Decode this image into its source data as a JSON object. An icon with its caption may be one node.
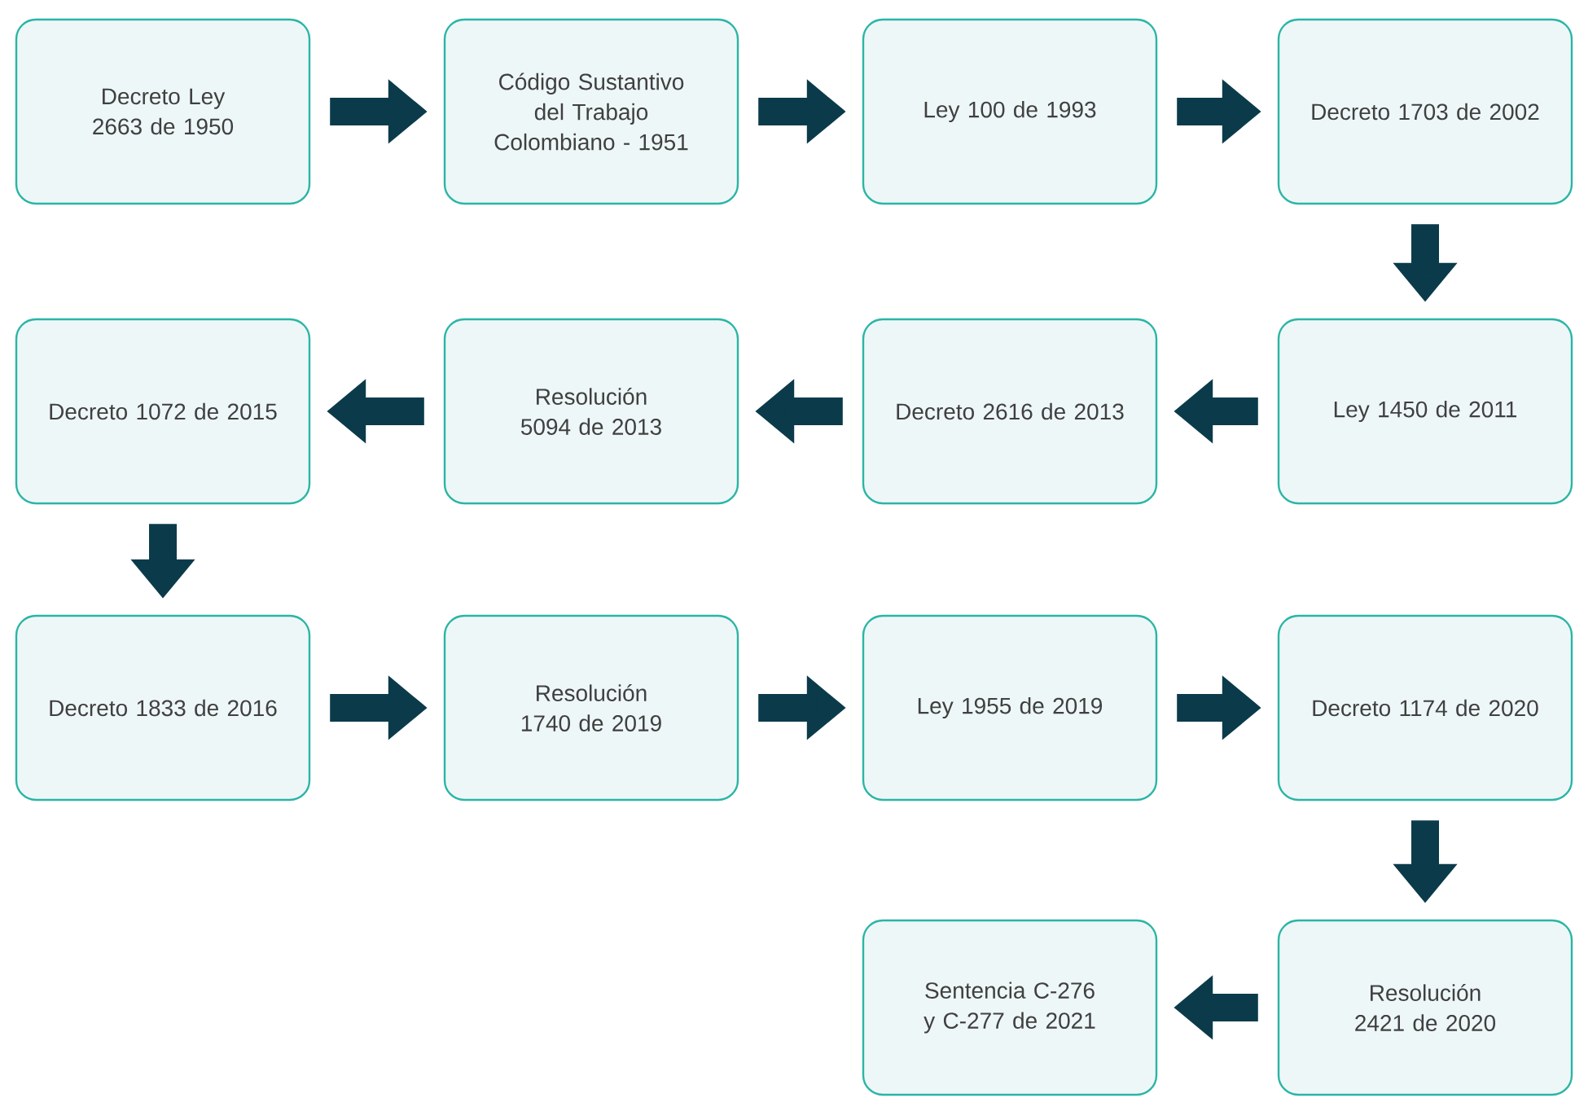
{
  "diagram": {
    "nodes": [
      {
        "text": [
          "Decreto Ley 2663 de 1950"
        ]
      },
      {
        "text": [
          "Código Sustantivo del Trabajo Colombiano - 1951"
        ]
      },
      {
        "text": [
          "Ley 100 de 1993"
        ]
      },
      {
        "text": [
          "Decreto 1703 de 2002"
        ]
      },
      {
        "text": [
          "Decreto 1072 de 2015"
        ]
      },
      {
        "text": [
          "Resolución 5094 de 2013"
        ]
      },
      {
        "text": [
          "Decreto 2616 de 2013"
        ]
      },
      {
        "text": [
          "Ley 1450 de 2011"
        ]
      },
      {
        "text": [
          "Decreto 1833 de 2016"
        ]
      },
      {
        "text": [
          "Resolución 1740 de 2019"
        ]
      },
      {
        "text": [
          "Ley 1955 de 2019"
        ]
      },
      {
        "text": [
          "Decreto 1174 de 2020"
        ]
      },
      {
        "text": [
          "Sentencia C-276 y C-277 de 2021"
        ]
      },
      {
        "text": [
          "Resolución 2421 de 2020"
        ]
      }
    ],
    "edges": [
      {
        "from": 0,
        "to": 1,
        "arrow": "to"
      },
      {
        "from": 1,
        "to": 2,
        "arrow": "to"
      },
      {
        "from": 2,
        "to": 3,
        "arrow": "to"
      },
      {
        "from": 3,
        "to": 7,
        "arrow": "to"
      },
      {
        "from": 7,
        "to": 6,
        "arrow": "to"
      },
      {
        "from": 6,
        "to": 5,
        "arrow": "to"
      },
      {
        "from": 5,
        "to": 4,
        "arrow": "to"
      },
      {
        "from": 4,
        "to": 8,
        "arrow": "to"
      },
      {
        "from": 8,
        "to": 9,
        "arrow": "to"
      },
      {
        "from": 9,
        "to": 10,
        "arrow": "to"
      },
      {
        "from": 10,
        "to": 11,
        "arrow": "to"
      },
      {
        "from": 11,
        "to": 13,
        "arrow": "to"
      },
      {
        "from": 13,
        "to": 12,
        "arrow": "to"
      }
    ]
  }
}
